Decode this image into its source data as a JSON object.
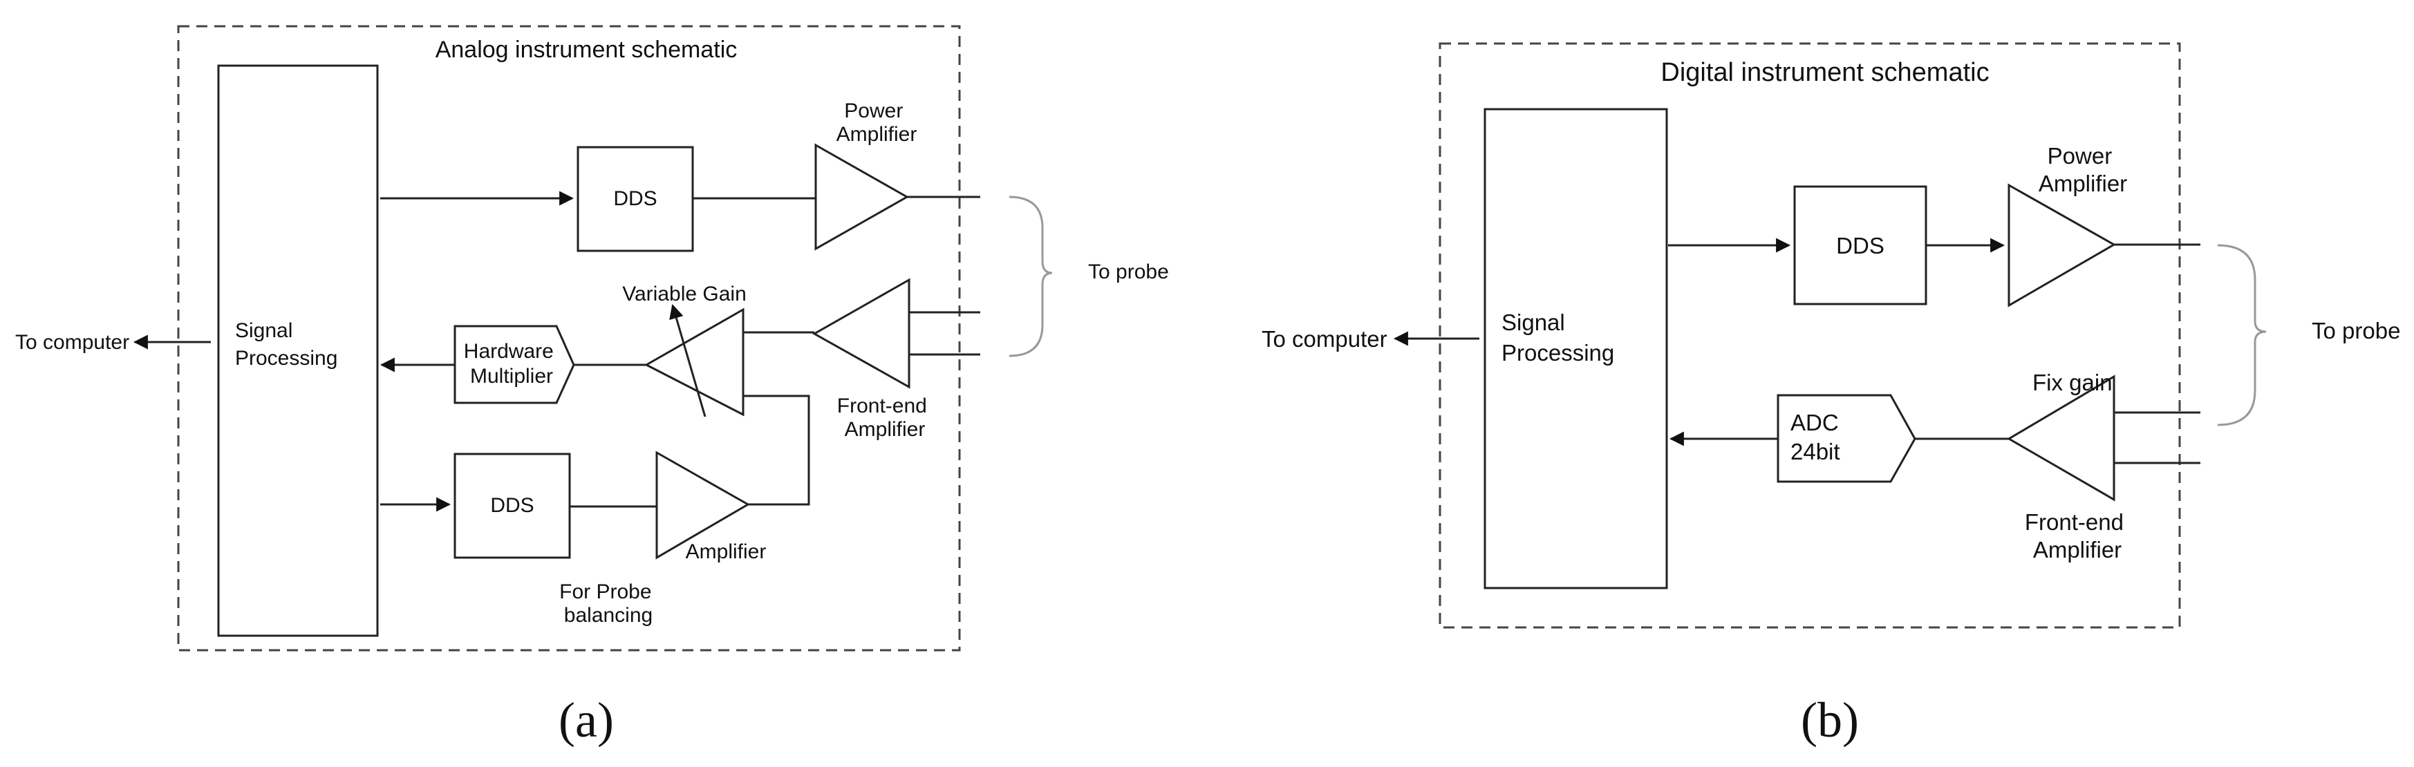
{
  "panel_a": {
    "title": "Analog instrument schematic",
    "signal_processing": [
      "Signal",
      "Processing"
    ],
    "dds_top": "DDS",
    "power_amplifier": [
      "Power",
      "Amplifier"
    ],
    "to_probe": "To probe",
    "variable_gain": "Variable Gain",
    "hardware_multiplier": [
      "Hardware",
      "Multiplier"
    ],
    "front_end_amplifier": [
      "Front-end",
      "Amplifier"
    ],
    "dds_bottom": "DDS",
    "amplifier": "Amplifier",
    "for_probe_balancing": [
      "For Probe",
      "balancing"
    ],
    "to_computer": "To computer",
    "caption": "(a)"
  },
  "panel_b": {
    "title": "Digital instrument schematic",
    "signal_processing": [
      "Signal",
      "Processing"
    ],
    "dds": "DDS",
    "power_amplifier": [
      "Power",
      "Amplifier"
    ],
    "to_probe": "To probe",
    "fix_gain": "Fix gain",
    "adc": [
      "ADC",
      "24bit"
    ],
    "front_end_amplifier": [
      "Front-end",
      "Amplifier"
    ],
    "to_computer": "To computer",
    "caption": "(b)"
  }
}
